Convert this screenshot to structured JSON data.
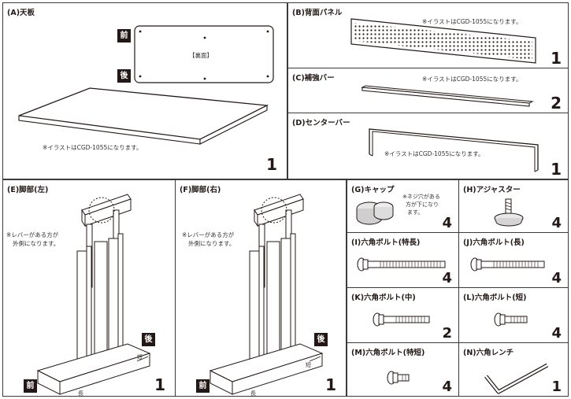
{
  "panel_a": {
    "title": "(A)天板",
    "front": "前",
    "back": "後",
    "underside": "【裏面】",
    "note": "※イラストはCGD-1055になります。",
    "qty": "1"
  },
  "panel_b": {
    "title": "(B)背面パネル",
    "note": "※イラストはCGD-1055になります。",
    "qty": "1"
  },
  "panel_c": {
    "title": "(C)補強バー",
    "note": "※イラストはCGD-1055になります。",
    "qty": "2"
  },
  "panel_d": {
    "title": "(D)センターバー",
    "note": "※イラストはCGD-1055になります。",
    "qty": "1"
  },
  "panel_e": {
    "title": "(E)脚部(左)",
    "note_line1": "※レバーがある方が",
    "note_line2": "外側になります。",
    "front": "前",
    "back": "後",
    "short": "短",
    "long": "長",
    "qty": "1"
  },
  "panel_f": {
    "title": "(F)脚部(右)",
    "note_line1": "※レバーがある方が",
    "note_line2": "外側になります。",
    "front": "前",
    "back": "後",
    "short": "短",
    "long": "長",
    "qty": "1"
  },
  "panel_g": {
    "title": "(G)キャップ",
    "note_line1": "※ネジ穴がある",
    "note_line2": "方が下になり",
    "note_line3": "ます。",
    "qty": "4"
  },
  "panel_h": {
    "title": "(H)アジャスター",
    "qty": "4"
  },
  "panel_i": {
    "title": "(I)六角ボルト(特長)",
    "qty": "4"
  },
  "panel_j": {
    "title": "(J)六角ボルト(長)",
    "qty": "4"
  },
  "panel_k": {
    "title": "(K)六角ボルト(中)",
    "qty": "2"
  },
  "panel_l": {
    "title": "(L)六角ボルト(短)",
    "qty": "4"
  },
  "panel_m": {
    "title": "(M)六角ボルト(特短)",
    "qty": "4"
  },
  "panel_n": {
    "title": "(N)六角レンチ",
    "qty": "1"
  }
}
